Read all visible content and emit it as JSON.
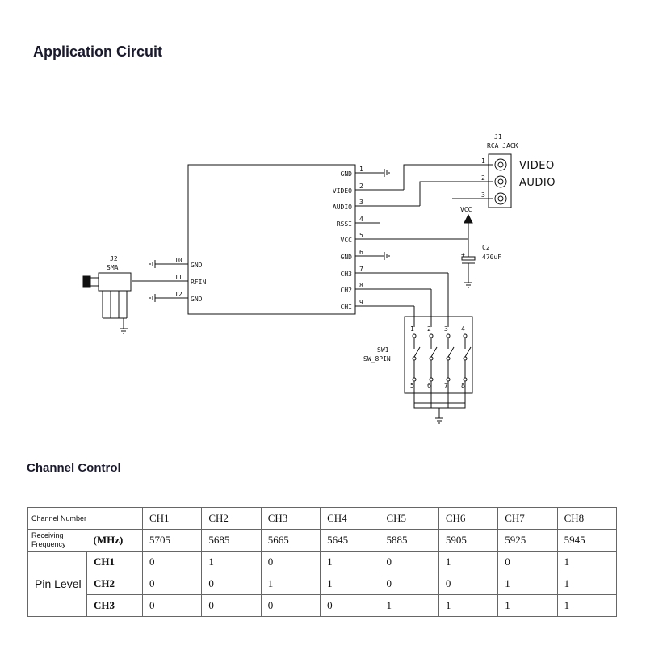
{
  "heading": "Application Circuit",
  "subheading": "Channel Control",
  "schematic": {
    "module_pins_right": [
      {
        "num": "1",
        "label": "GND"
      },
      {
        "num": "2",
        "label": "VIDEO"
      },
      {
        "num": "3",
        "label": "AUDIO"
      },
      {
        "num": "4",
        "label": "RSSI"
      },
      {
        "num": "5",
        "label": "VCC"
      },
      {
        "num": "6",
        "label": "GND"
      },
      {
        "num": "7",
        "label": "CH3"
      },
      {
        "num": "8",
        "label": "CH2"
      },
      {
        "num": "9",
        "label": "CHI"
      }
    ],
    "module_pins_left": [
      {
        "num": "10",
        "label": "GND"
      },
      {
        "num": "11",
        "label": "RFIN"
      },
      {
        "num": "12",
        "label": "GND"
      }
    ],
    "j1_ref": "J1",
    "j1_part": "RCA_JACK",
    "j1_pins": [
      "1",
      "2",
      "3"
    ],
    "j1_video": "VIDEO",
    "j1_audio": "AUDIO",
    "j2_ref": "J2",
    "j2_part": "SMA",
    "vcc": "VCC",
    "c2_ref": "C2",
    "c2_val": "470uF",
    "c2_plus": "+",
    "sw1_ref": "SW1",
    "sw1_part": "SW_8PIN",
    "sw1_top_pins": [
      "1",
      "2",
      "3",
      "4"
    ],
    "sw1_bottom_pins": [
      "5",
      "6",
      "7",
      "8"
    ]
  },
  "table": {
    "header_label": "Channel Number",
    "channels": [
      "CH1",
      "CH2",
      "CH3",
      "CH4",
      "CH5",
      "CH6",
      "CH7",
      "CH8"
    ],
    "freq_label": "Receiving Frequency",
    "freq_unit": "(MHz)",
    "freqs": [
      "5705",
      "5685",
      "5665",
      "5645",
      "5885",
      "5905",
      "5925",
      "5945"
    ],
    "pin_level_label": "Pin Level",
    "rows": [
      {
        "name": "CH1",
        "values": [
          "0",
          "1",
          "0",
          "1",
          "0",
          "1",
          "0",
          "1"
        ]
      },
      {
        "name": "CH2",
        "values": [
          "0",
          "0",
          "1",
          "1",
          "0",
          "0",
          "1",
          "1"
        ]
      },
      {
        "name": "CH3",
        "values": [
          "0",
          "0",
          "0",
          "0",
          "1",
          "1",
          "1",
          "1"
        ]
      }
    ]
  }
}
